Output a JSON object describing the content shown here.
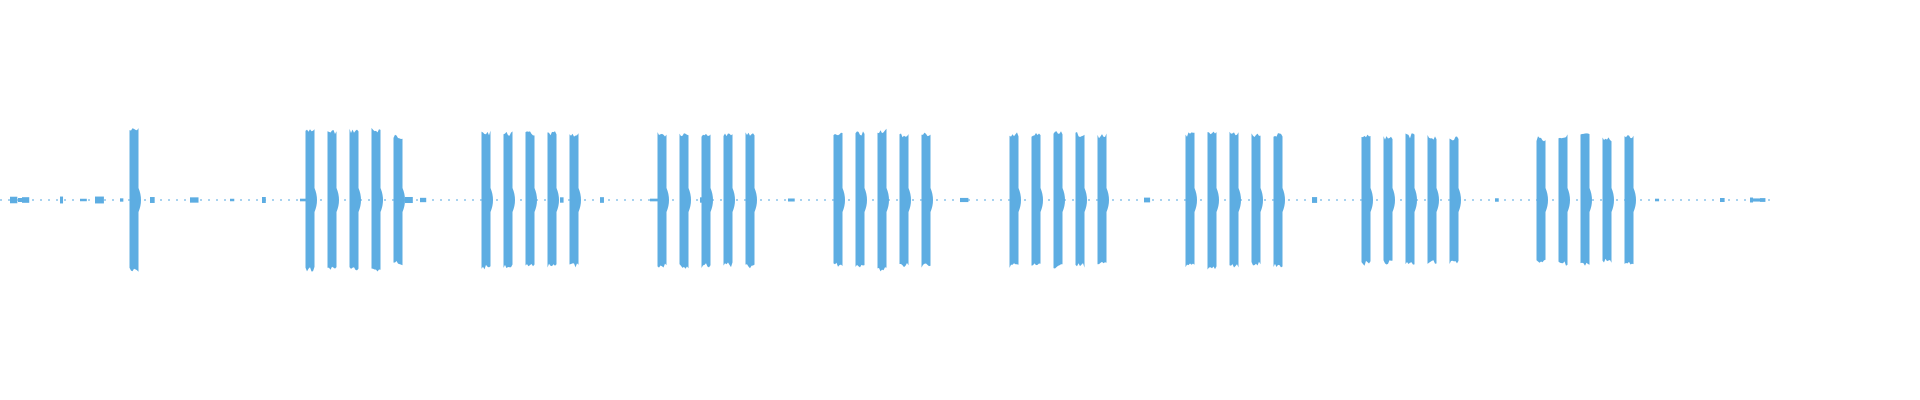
{
  "colors": {
    "waveform": "#5dade2",
    "background": "#ffffff"
  },
  "waveform": {
    "amplitude_scale": 1.0,
    "bursts": [
      {
        "group": 0,
        "pulses": [
          {
            "amp": 0.97
          }
        ]
      },
      {
        "group": 1,
        "pulses": [
          {
            "amp": 0.96
          },
          {
            "amp": 0.95
          },
          {
            "amp": 0.96
          },
          {
            "amp": 0.97
          },
          {
            "amp": 0.88
          }
        ]
      },
      {
        "group": 2,
        "pulses": [
          {
            "amp": 0.93
          },
          {
            "amp": 0.92
          },
          {
            "amp": 0.92
          },
          {
            "amp": 0.92
          },
          {
            "amp": 0.91
          }
        ]
      },
      {
        "group": 3,
        "pulses": [
          {
            "amp": 0.91
          },
          {
            "amp": 0.92
          },
          {
            "amp": 0.91
          },
          {
            "amp": 0.9
          },
          {
            "amp": 0.92
          }
        ]
      },
      {
        "group": 4,
        "pulses": [
          {
            "amp": 0.9
          },
          {
            "amp": 0.92
          },
          {
            "amp": 0.96
          },
          {
            "amp": 0.9
          },
          {
            "amp": 0.91
          }
        ]
      },
      {
        "group": 5,
        "pulses": [
          {
            "amp": 0.91
          },
          {
            "amp": 0.9
          },
          {
            "amp": 0.92
          },
          {
            "amp": 0.91
          },
          {
            "amp": 0.89
          }
        ]
      },
      {
        "group": 6,
        "pulses": [
          {
            "amp": 0.91
          },
          {
            "amp": 0.94
          },
          {
            "amp": 0.92
          },
          {
            "amp": 0.89
          },
          {
            "amp": 0.91
          }
        ]
      },
      {
        "group": 7,
        "pulses": [
          {
            "amp": 0.88
          },
          {
            "amp": 0.87
          },
          {
            "amp": 0.89
          },
          {
            "amp": 0.87
          },
          {
            "amp": 0.86
          }
        ]
      },
      {
        "group": 8,
        "pulses": [
          {
            "amp": 0.85
          },
          {
            "amp": 0.88
          },
          {
            "amp": 0.9
          },
          {
            "amp": 0.84
          },
          {
            "amp": 0.87
          }
        ]
      }
    ]
  }
}
